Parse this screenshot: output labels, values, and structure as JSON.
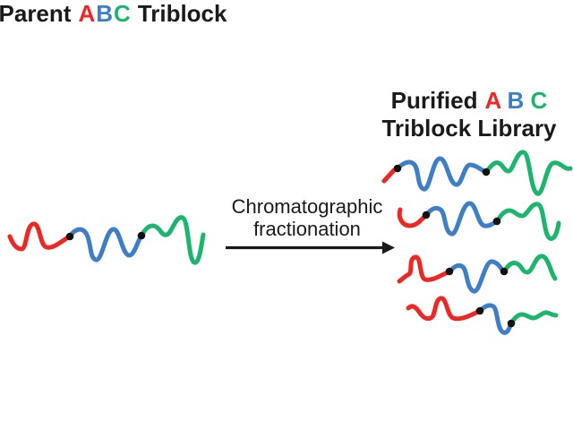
{
  "colors": {
    "block_a": "#ed2724",
    "block_b": "#3e7ec6",
    "block_c": "#1cb56e",
    "junction": "#111111",
    "text": "#1a1a1a"
  },
  "left_title": {
    "word1": "Parent",
    "a": "A",
    "b": "B",
    "c": "C",
    "word2": "Triblock"
  },
  "right_title": {
    "word1": "Purified",
    "a": "A",
    "b": "B",
    "c": "C",
    "line2": "Triblock Library"
  },
  "process": {
    "label_line1": "Chromatographic",
    "label_line2": "fractionation"
  },
  "diagram": {
    "parent_chain": {
      "name": "Parent ABC triblock copolymer",
      "blocks": [
        {
          "block": "A",
          "color_key": "block_a",
          "relative_length": "medium"
        },
        {
          "block": "B",
          "color_key": "block_b",
          "relative_length": "medium"
        },
        {
          "block": "C",
          "color_key": "block_c",
          "relative_length": "medium"
        }
      ],
      "junctions": 2
    },
    "library_chains": [
      {
        "name": "fraction 1",
        "composition": "short A, long B, long C"
      },
      {
        "name": "fraction 2",
        "composition": "medium A, long B, medium C"
      },
      {
        "name": "fraction 3",
        "composition": "long A, medium B, medium C"
      },
      {
        "name": "fraction 4",
        "composition": "long A, short B, short C"
      }
    ]
  }
}
